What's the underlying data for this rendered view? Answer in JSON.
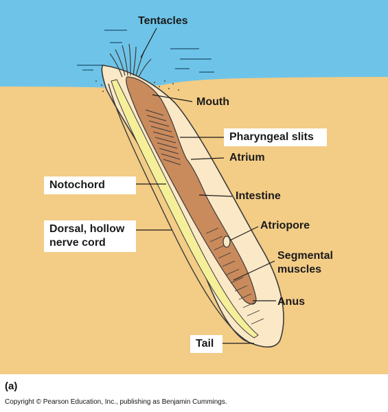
{
  "labels": {
    "tentacles": "Tentacles",
    "mouth": "Mouth",
    "pharyngeal_slits": "Pharyngeal slits",
    "atrium": "Atrium",
    "notochord": "Notochord",
    "intestine": "Intestine",
    "atriopore": "Atriopore",
    "dorsal_cord_line1": "Dorsal, hollow",
    "dorsal_cord_line2": "nerve cord",
    "segmental_line1": "Segmental",
    "segmental_line2": "muscles",
    "anus": "Anus",
    "tail": "Tail"
  },
  "panel_letter": "(a)",
  "copyright": "Copyright © Pearson Education, Inc., publishing as Benjamin Cummings.",
  "colors": {
    "water": "#6ec4e8",
    "sand": "#f3cc86",
    "body_outline": "#3a3a3a",
    "gut": "#c98a5c",
    "notochord": "#f6ef9a",
    "label_box": "#ffffff"
  }
}
